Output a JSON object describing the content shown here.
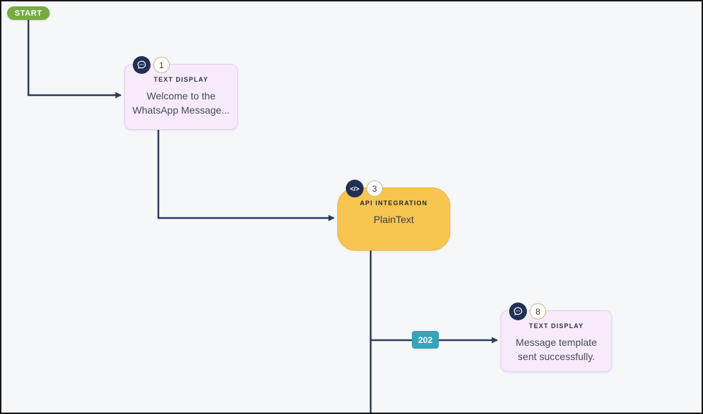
{
  "start": {
    "label": "START",
    "color": "#76ab43"
  },
  "nodes": [
    {
      "number": "1",
      "type": "TEXT DISPLAY",
      "body": "Welcome to the WhatsApp Message...",
      "icon": "chat-bubble",
      "fill": "#f6eafb",
      "border": "#e3d2ef"
    },
    {
      "number": "3",
      "type": "API INTEGRATION",
      "body": "PlainText",
      "icon": "code",
      "fill": "#f8c650",
      "border": "#eab440"
    },
    {
      "number": "8",
      "type": "TEXT DISPLAY",
      "body": "Message template sent successfully.",
      "icon": "chat-bubble",
      "fill": "#f6eafb",
      "border": "#e3d2ef"
    }
  ],
  "edges": [
    {
      "label": "202",
      "badge_color": "#35a3ba"
    }
  ],
  "colors": {
    "canvas_bg": "#f5f7f8",
    "connector": "#2d3c5e",
    "icon_circle": "#222f55",
    "badge_border": "#cbbb8c"
  }
}
